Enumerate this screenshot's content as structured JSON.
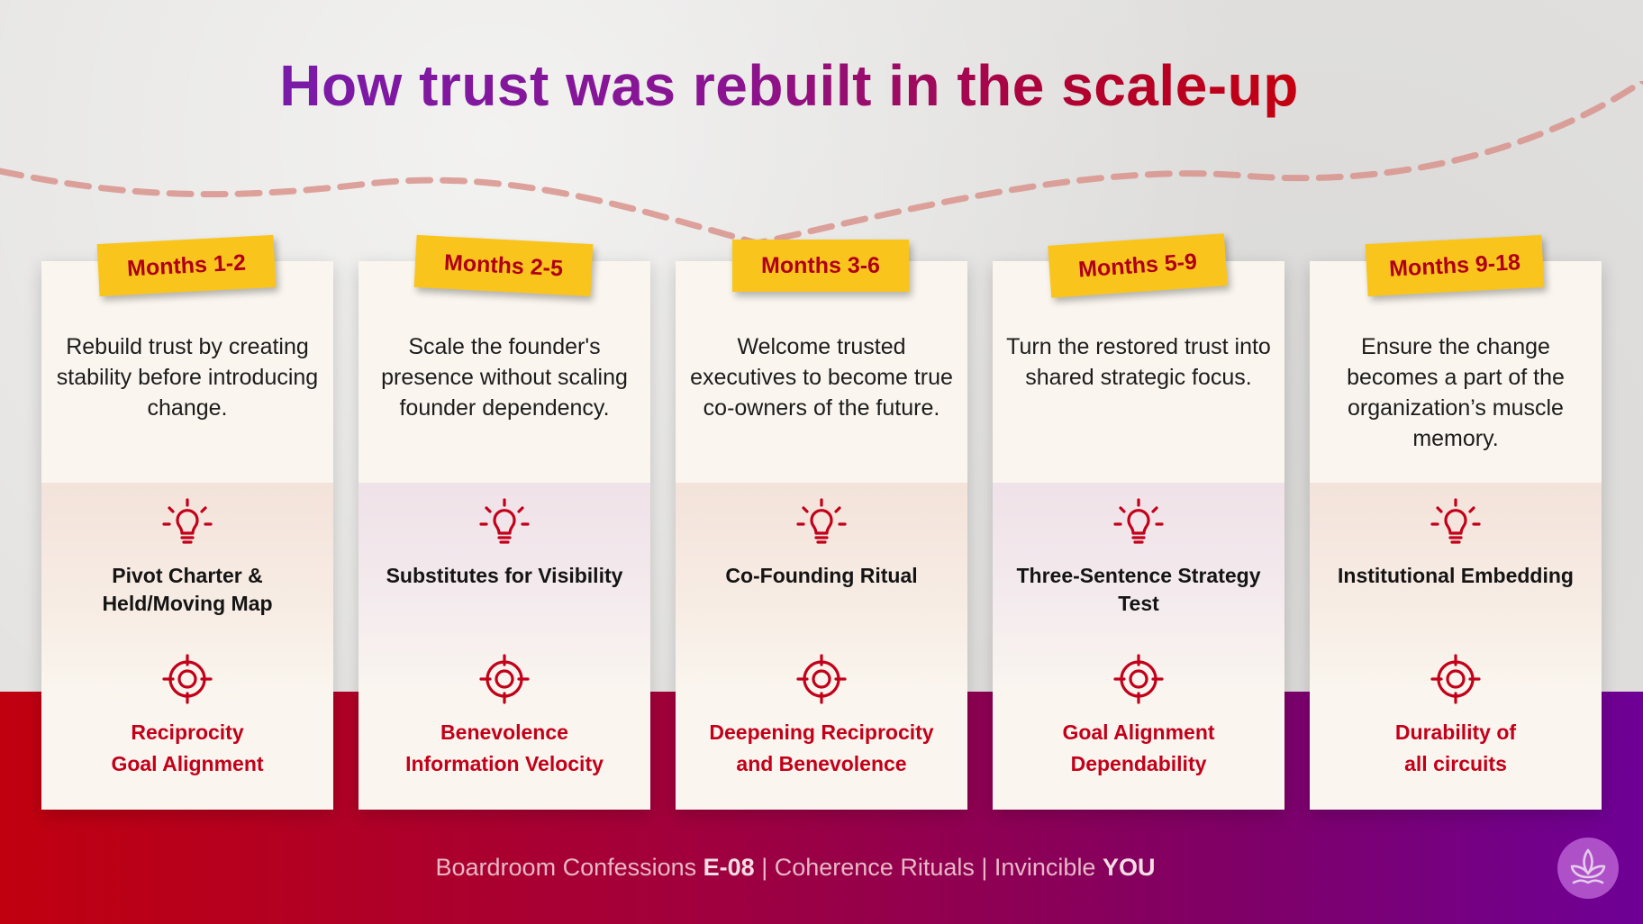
{
  "title": "How trust was rebuilt in the scale-up",
  "cards": [
    {
      "period": "Months 1-2",
      "description": "Rebuild trust by creating stability before introducing change.",
      "ritual": "Pivot Charter & Held/Moving Map",
      "outcome_line1": "Reciprocity",
      "outcome_line2": "Goal Alignment"
    },
    {
      "period": "Months 2-5",
      "description": "Scale the founder's presence without scaling founder dependency.",
      "ritual": "Substitutes for Visibility",
      "outcome_line1": "Benevolence",
      "outcome_line2": "Information Velocity"
    },
    {
      "period": "Months 3-6",
      "description": "Welcome trusted executives to become true co-owners of the future.",
      "ritual": "Co-Founding Ritual",
      "outcome_line1": "Deepening Reciprocity",
      "outcome_line2": "and Benevolence"
    },
    {
      "period": "Months 5-9",
      "description": "Turn the restored trust into shared strategic focus.",
      "ritual": "Three-Sentence Strategy Test",
      "outcome_line1": "Goal Alignment",
      "outcome_line2": "Dependability"
    },
    {
      "period": "Months 9-18",
      "description": "Ensure the change becomes a part of the organization’s muscle memory.",
      "ritual": "Institutional Embedding",
      "outcome_line1": "Durability of",
      "outcome_line2": "all circuits"
    }
  ],
  "footer": {
    "series": "Boardroom Confessions ",
    "episode": "E-08",
    "sep1": " | ",
    "topic": "Coherence Rituals",
    "sep2": " | ",
    "brand_prefix": "Invincible ",
    "brand_emph": "YOU"
  },
  "colors": {
    "accent_red": "#c3001a",
    "tag_yellow": "#f9c51c",
    "title_purple": "#7a1aa8",
    "footer_gradient_start": "#c0000f",
    "footer_gradient_end": "#6e0096"
  },
  "icons": [
    "lightbulb-icon",
    "target-icon",
    "lotus-logo-icon"
  ]
}
